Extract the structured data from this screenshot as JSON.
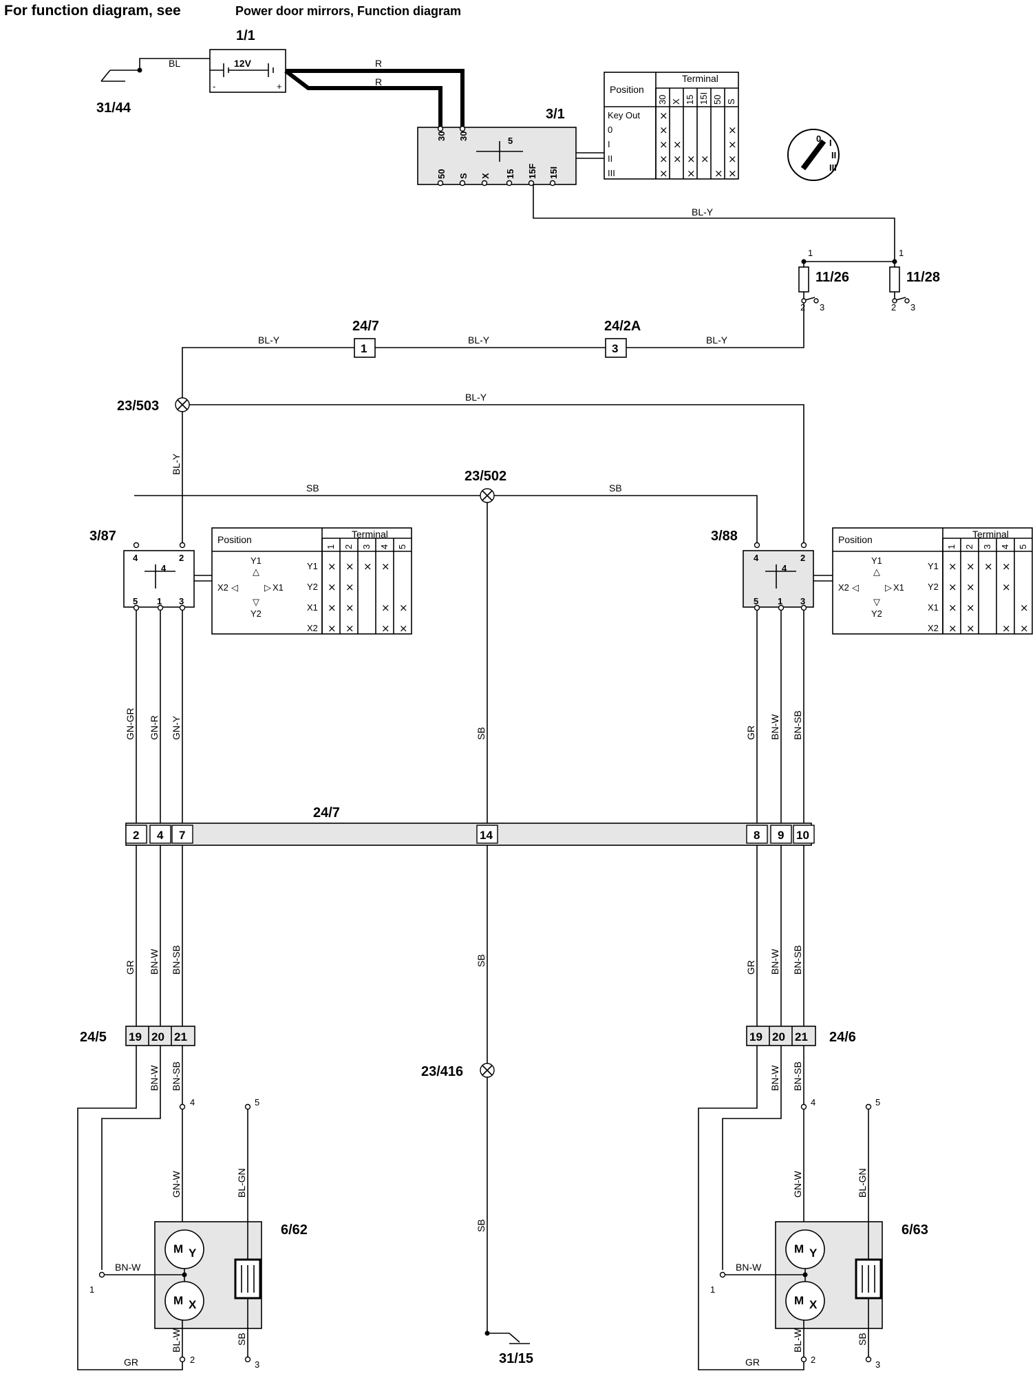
{
  "header": {
    "prefix": "For function diagram, see",
    "ref": "Power door mirrors, Function diagram"
  },
  "components": {
    "battery": {
      "id": "1/1",
      "voltage": "12V",
      "minus": "-",
      "plus": "+"
    },
    "ground_battery": "31/44",
    "ground_main": "31/15",
    "ignition_switch": {
      "id": "3/1",
      "top_terminals": [
        "30",
        "30"
      ],
      "bottom_terminals": [
        "50",
        "S",
        "X",
        "15",
        "15F",
        "15I"
      ],
      "inner": "5",
      "table": {
        "title": "Terminal",
        "position_header": "Position",
        "columns": [
          "30",
          "X",
          "15",
          "15I",
          "50",
          "S"
        ],
        "rows": [
          {
            "label": "Key Out",
            "marks": [
              1,
              0,
              0,
              0,
              0,
              0
            ]
          },
          {
            "label": "0",
            "marks": [
              1,
              0,
              0,
              0,
              0,
              1
            ]
          },
          {
            "label": "I",
            "marks": [
              1,
              1,
              0,
              0,
              0,
              1
            ]
          },
          {
            "label": "II",
            "marks": [
              1,
              1,
              1,
              1,
              0,
              1
            ]
          },
          {
            "label": "III",
            "marks": [
              1,
              0,
              1,
              0,
              1,
              1
            ]
          }
        ]
      },
      "key_positions": [
        "0",
        "I",
        "II",
        "III"
      ]
    },
    "fuse_left": {
      "id": "11/26",
      "pins": [
        "1",
        "2",
        "3"
      ]
    },
    "fuse_right": {
      "id": "11/28",
      "pins": [
        "1",
        "2",
        "3"
      ]
    },
    "connector_247_single": {
      "id": "24/7",
      "pin": "1"
    },
    "connector_242a": {
      "id": "24/2A",
      "pin": "3"
    },
    "splice_503": "23/503",
    "splice_502": "23/502",
    "splice_416": "23/416",
    "switch_left": {
      "id": "3/87",
      "pins_top": [
        "4",
        "2"
      ],
      "pins_bottom": [
        "5",
        "1",
        "3"
      ],
      "inner": "4",
      "table": {
        "title": "Terminal",
        "position_header": "Position",
        "columns": [
          "1",
          "2",
          "3",
          "4",
          "5"
        ],
        "rows": [
          {
            "label": "Y1",
            "marks": [
              1,
              1,
              1,
              1,
              0
            ]
          },
          {
            "label": "Y2",
            "marks": [
              1,
              1,
              0,
              0,
              0
            ]
          },
          {
            "label": "X1",
            "marks": [
              1,
              1,
              0,
              1,
              1
            ]
          },
          {
            "label": "X2",
            "marks": [
              1,
              1,
              0,
              1,
              1
            ]
          }
        ],
        "symbols": {
          "y1": "Y1",
          "y2": "Y2",
          "x1": "X1",
          "x2": "X2"
        }
      }
    },
    "switch_right": {
      "id": "3/88",
      "pins_top": [
        "4",
        "2"
      ],
      "pins_bottom": [
        "5",
        "1",
        "3"
      ],
      "inner": "4",
      "table": {
        "title": "Terminal",
        "position_header": "Position",
        "columns": [
          "1",
          "2",
          "3",
          "4",
          "5"
        ],
        "rows": [
          {
            "label": "Y1",
            "marks": [
              1,
              1,
              1,
              1,
              0
            ]
          },
          {
            "label": "Y2",
            "marks": [
              1,
              1,
              0,
              1,
              0
            ]
          },
          {
            "label": "X1",
            "marks": [
              1,
              1,
              0,
              0,
              1
            ]
          },
          {
            "label": "X2",
            "marks": [
              1,
              1,
              0,
              1,
              1
            ]
          }
        ],
        "symbols": {
          "y1": "Y1",
          "y2": "Y2",
          "x1": "X1",
          "x2": "X2"
        }
      }
    },
    "bus_connector": {
      "id": "24/7",
      "pins": [
        "2",
        "4",
        "7",
        "14",
        "8",
        "9",
        "10"
      ]
    },
    "connector_left": {
      "id": "24/5",
      "pins": [
        "19",
        "20",
        "21"
      ]
    },
    "connector_right": {
      "id": "24/6",
      "pins": [
        "19",
        "20",
        "21"
      ]
    },
    "mirror_left": {
      "id": "6/62",
      "motor_y": "M",
      "axis_y": "Y",
      "motor_x": "M",
      "axis_x": "X",
      "pins": [
        "1",
        "2",
        "3",
        "4",
        "5"
      ]
    },
    "mirror_right": {
      "id": "6/63",
      "motor_y": "M",
      "axis_y": "Y",
      "motor_x": "M",
      "axis_x": "X",
      "pins": [
        "1",
        "2",
        "3",
        "4",
        "5"
      ]
    }
  },
  "wires": {
    "bl": "BL",
    "r1": "R",
    "r2": "R",
    "bly_top": "BL-Y",
    "bly_a": "BL-Y",
    "bly_b": "BL-Y",
    "bly_c": "BL-Y",
    "bly_d": "BL-Y",
    "bly_v": "BL-Y",
    "sb_left": "SB",
    "sb_right": "SB",
    "sb_v1": "SB",
    "sb_v2": "SB",
    "sb_v3": "SB",
    "l_gngr": "GN-GR",
    "l_gnr": "GN-R",
    "l_gny": "GN-Y",
    "r_gr": "GR",
    "r_bnw": "BN-W",
    "r_bnsb": "BN-SB",
    "l_gr2": "GR",
    "l_bnw2": "BN-W",
    "l_bnsb2": "BN-SB",
    "r_gr2": "GR",
    "r_bnw2": "BN-W",
    "r_bnsb2": "BN-SB",
    "l_bnw3": "BN-W",
    "l_bnsb3": "BN-SB",
    "r_bnw3": "BN-W",
    "r_bnsb3": "BN-SB",
    "l_gnw": "GN-W",
    "l_blgn": "BL-GN",
    "l_bnw4": "BN-W",
    "l_blw": "BL-W",
    "l_sb": "SB",
    "l_gr4": "GR",
    "r_gnw": "GN-W",
    "r_blgn": "BL-GN",
    "r_bnw4": "BN-W",
    "r_blw": "BL-W",
    "r_sb": "SB",
    "r_gr4": "GR"
  }
}
